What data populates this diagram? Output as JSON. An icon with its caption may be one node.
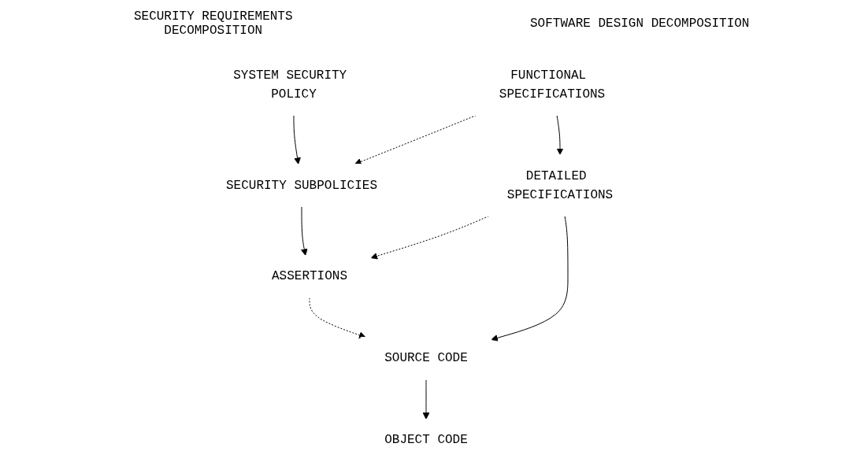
{
  "diagram": {
    "nodes": [
      {
        "text": [
          "SYSTEM SECURITY POLICY"
        ]
      },
      {
        "text": [
          "SECURITY SUBPOLICIES"
        ]
      },
      {
        "text": [
          "ASSERTIONS"
        ]
      },
      {
        "text": [
          "FUNCTIONAL SPECIFICATIONS"
        ]
      },
      {
        "text": [
          "DETAILED SPECIFICATIONS"
        ]
      },
      {
        "text": [
          "SOURCE CODE"
        ]
      },
      {
        "text": [
          "OBJECT CODE"
        ]
      }
    ],
    "edges": [
      {
        "from": 0,
        "to": 1,
        "arrow": "to"
      },
      {
        "from": 3,
        "to": 1,
        "arrow": "to",
        "style": "dashed"
      },
      {
        "from": 1,
        "to": 2,
        "arrow": "to"
      },
      {
        "from": 3,
        "to": 4,
        "arrow": "to"
      },
      {
        "from": 4,
        "to": 2,
        "arrow": "to",
        "style": "dashed"
      },
      {
        "from": 4,
        "to": 5,
        "arrow": "to"
      },
      {
        "from": 2,
        "to": 5,
        "arrow": "to",
        "style": "dashed"
      },
      {
        "from": 5,
        "to": 6,
        "arrow": "to"
      }
    ],
    "labels": [
      "SECURITY REQUIREMENTS DECOMPOSITION",
      "SOFTWARE DESIGN DECOMPOSITION"
    ]
  }
}
